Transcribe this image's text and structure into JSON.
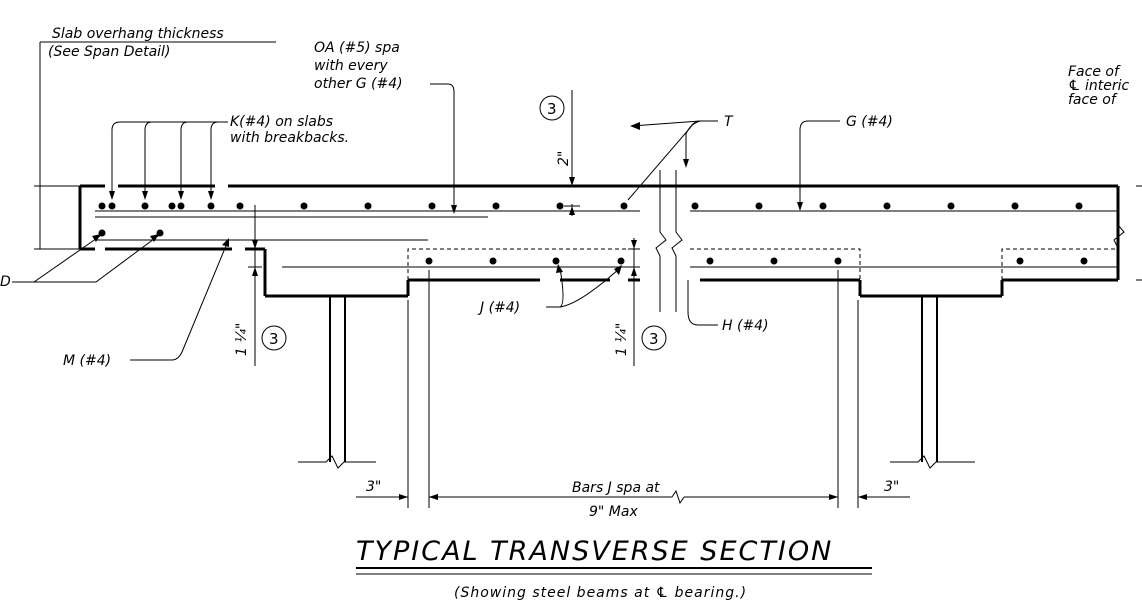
{
  "labels": {
    "overhang_1": "Slab overhang thickness",
    "overhang_2": "(See Span Detail)",
    "oa_1": "OA (#5) spa",
    "oa_2": "with every",
    "oa_3": "other G (#4)",
    "k_1": "K(#4) on slabs",
    "k_2": "with breakbacks.",
    "t": "T",
    "g": "G (#4)",
    "face_1": "Face of",
    "face_2": "℄ interic",
    "face_3": "face of",
    "d": "D",
    "m": "M (#4)",
    "j": "J (#4)",
    "h": "H (#4)",
    "two_inch": "2\"",
    "one_quarter_a": "1 ¼\"",
    "one_quarter_b": "1 ¼\"",
    "circle_3a": "3",
    "circle_3b": "3",
    "circle_3c": "3",
    "three_in_left": "3\"",
    "three_in_right": "3\"",
    "bars_1": "Bars J spa at",
    "bars_2": "9\" Max"
  },
  "title": "TYPICAL TRANSVERSE SECTION",
  "subtitle": "(Showing steel beams at ℄ bearing.)"
}
